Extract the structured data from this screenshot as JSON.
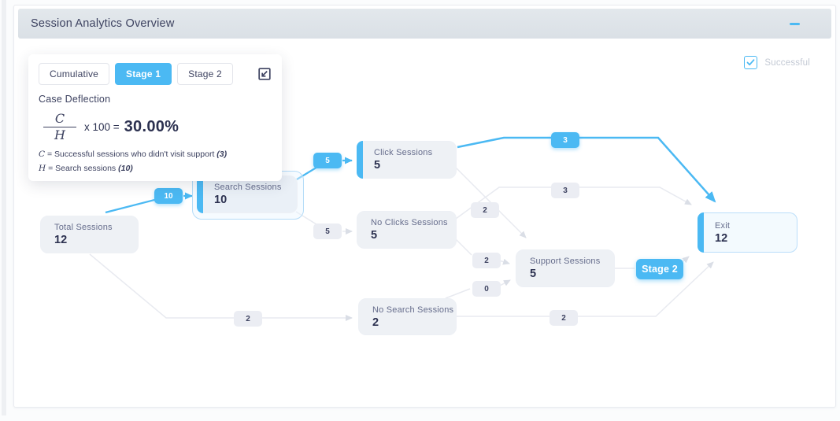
{
  "header": {
    "title": "Session Analytics Overview"
  },
  "icons": {
    "collapse_icon": "minus",
    "edit_icon": "edit-box-arrow",
    "successful_checkbox_state": "checked"
  },
  "filters": {
    "successful_label": "Successful"
  },
  "panel": {
    "tabs": [
      {
        "label": "Cumulative",
        "active": false
      },
      {
        "label": "Stage 1",
        "active": true
      },
      {
        "label": "Stage 2",
        "active": false
      }
    ],
    "metric_title": "Case Deflection",
    "formula": {
      "numerator": "C",
      "denominator": "H",
      "operation": "x 100 =",
      "result": "30.00%"
    },
    "legend": [
      {
        "symbol": "C",
        "text": "= Successful sessions who didn't visit support",
        "value": "(3)"
      },
      {
        "symbol": "H",
        "text": "= Search sessions",
        "value": "(10)"
      }
    ]
  },
  "diagram": {
    "nodes": [
      {
        "id": "total",
        "label": "Total Sessions",
        "value": "12"
      },
      {
        "id": "search",
        "label": "Search Sessions",
        "value": "10"
      },
      {
        "id": "click",
        "label": "Click Sessions",
        "value": "5"
      },
      {
        "id": "noclick",
        "label": "No Clicks Sessions",
        "value": "5"
      },
      {
        "id": "nosearch",
        "label": "No Search Sessions",
        "value": "2"
      },
      {
        "id": "support",
        "label": "Support Sessions",
        "value": "5"
      },
      {
        "id": "exit",
        "label": "Exit",
        "value": "12"
      }
    ],
    "edge_labels": [
      {
        "from": "total",
        "to": "search",
        "value": "10",
        "variant": "blue"
      },
      {
        "from": "search",
        "to": "click",
        "value": "5",
        "variant": "blue"
      },
      {
        "from": "search",
        "to": "noclick",
        "value": "5",
        "variant": "gray"
      },
      {
        "from": "click",
        "to": "exit",
        "value": "3",
        "variant": "blue"
      },
      {
        "from": "noclick",
        "to": "exit",
        "value": "3",
        "variant": "gray"
      },
      {
        "from": "click",
        "to": "support",
        "value": "2",
        "variant": "gray"
      },
      {
        "from": "noclick",
        "to": "support",
        "value": "2",
        "variant": "gray"
      },
      {
        "from": "nosearch",
        "to": "support",
        "value": "0",
        "variant": "gray"
      },
      {
        "from": "total",
        "to": "nosearch",
        "value": "2",
        "variant": "gray"
      },
      {
        "from": "nosearch",
        "to": "exit",
        "value": "2",
        "variant": "gray"
      }
    ],
    "stage2_button_label": "Stage 2",
    "colors": {
      "accent_blue": "#4bb9f3",
      "edge_gray": "#e8eaf0",
      "node_bg": "#eef1f5",
      "text_navy": "#2c3150",
      "header_bg": "#dde3e9"
    }
  }
}
